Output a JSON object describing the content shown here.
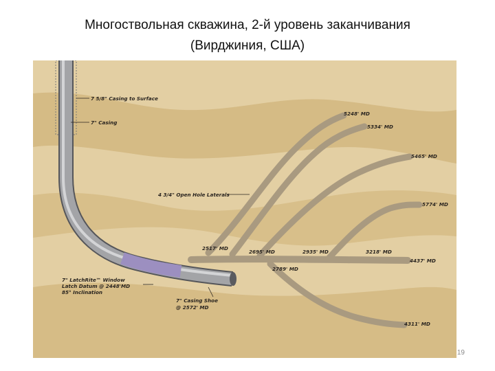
{
  "title": {
    "line1": "Многоствольная скважина, 2-й уровень заканчивания",
    "line2": "(Вирджиния, США)"
  },
  "page_number": "19",
  "colors": {
    "background_light": "#e3cfa3",
    "background_dark": "#d5bb85",
    "lateral_fill": "#a99a80",
    "casing_gray": "#8e8f92",
    "window_purple": "#9c8fc0",
    "label_text": "#2a2520"
  },
  "labels": {
    "casing_surface": "7 5/8\" Casing to Surface",
    "casing_7": "7\" Casing",
    "open_hole": "4 3/4\" Open Hole Laterals",
    "window_l1": "7\" LatchRite™ Window",
    "window_l2": "Latch Datum @ 2448'MD",
    "window_l3": "85° Inclination",
    "shoe_l1": "7\" Casing Shoe",
    "shoe_l2": "@ 2572' MD"
  },
  "depths": {
    "d5248": "5248' MD",
    "d5334": "5334' MD",
    "d5465": "5465' MD",
    "d5774": "5774' MD",
    "d4437": "4437' MD",
    "d4311": "4311' MD",
    "d2517": "2517' MD",
    "d2695": "2695' MD",
    "d2935": "2935' MD",
    "d3218": "3218' MD",
    "d2789": "2789' MD"
  }
}
